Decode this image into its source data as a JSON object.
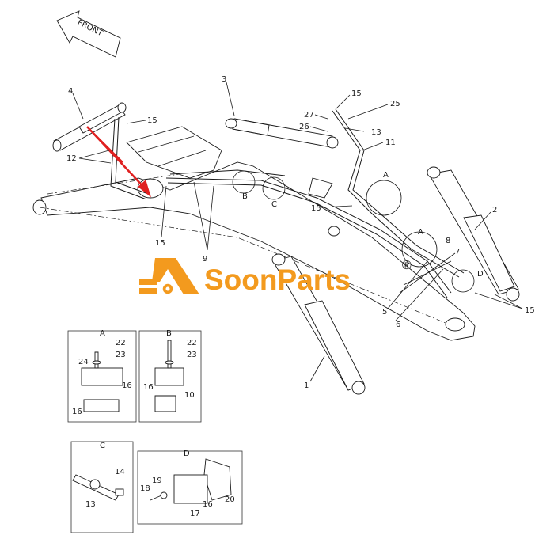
{
  "direction_label": "FRONT",
  "watermark": {
    "brand": "SoonParts",
    "registered": "®",
    "color": "#f39a1e"
  },
  "accent_color": "#e02020",
  "callouts": [
    {
      "id": "c3",
      "text": "3"
    },
    {
      "id": "c4",
      "text": "4"
    },
    {
      "id": "c15a",
      "text": "15"
    },
    {
      "id": "c12",
      "text": "12"
    },
    {
      "id": "c27",
      "text": "27"
    },
    {
      "id": "c15b",
      "text": "15"
    },
    {
      "id": "c25",
      "text": "25"
    },
    {
      "id": "c26",
      "text": "26"
    },
    {
      "id": "c13a",
      "text": "13"
    },
    {
      "id": "c11",
      "text": "11"
    },
    {
      "id": "cB1",
      "text": "B"
    },
    {
      "id": "cC1",
      "text": "C"
    },
    {
      "id": "cA1",
      "text": "A"
    },
    {
      "id": "c15c",
      "text": "15"
    },
    {
      "id": "c2",
      "text": "2"
    },
    {
      "id": "c15d",
      "text": "15"
    },
    {
      "id": "cA2",
      "text": "A"
    },
    {
      "id": "c8",
      "text": "8"
    },
    {
      "id": "c7",
      "text": "7"
    },
    {
      "id": "cD1",
      "text": "D"
    },
    {
      "id": "c9",
      "text": "9"
    },
    {
      "id": "c5",
      "text": "5"
    },
    {
      "id": "c6",
      "text": "6"
    },
    {
      "id": "c15e",
      "text": "15"
    },
    {
      "id": "c1",
      "text": "1"
    }
  ],
  "details": {
    "A": {
      "title": "A",
      "labels": [
        "22",
        "23",
        "24",
        "16",
        "16"
      ]
    },
    "B": {
      "title": "B",
      "labels": [
        "22",
        "23",
        "16",
        "10"
      ]
    },
    "C": {
      "title": "C",
      "labels": [
        "14",
        "13"
      ]
    },
    "D": {
      "title": "D",
      "labels": [
        "18",
        "19",
        "16",
        "17",
        "20"
      ]
    }
  }
}
